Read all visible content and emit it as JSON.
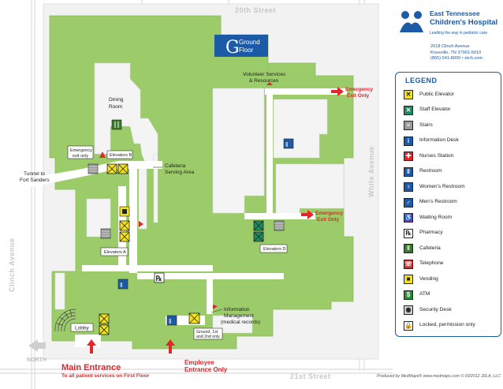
{
  "title": {
    "top": "Ground",
    "bottom": "Floor"
  },
  "streets": {
    "north": "20th Street",
    "south": "21st Street",
    "east": "White Avenue",
    "west": "Clinch Avenue"
  },
  "compass": {
    "label": "NORTH"
  },
  "labels": {
    "dining": "Dining",
    "dining2": "Room",
    "cafeteria1": "Cafeteria",
    "cafeteria2": "Serving Area",
    "volunteer1": "Volunteer Services",
    "volunteer2": "& Resources",
    "tunnel1": "Tunnel to",
    "tunnel2": "Fort Sanders",
    "emergency_only1": "Emergency",
    "emergency_only2": "exit only",
    "elev_b": "Elevators B",
    "elev_a": "Elevators A",
    "elev_d": "Elevators D",
    "info1": "Information",
    "info2": "Management",
    "info3": "(medical records)",
    "lobby": "Lobby",
    "ground1": "Ground, 1st",
    "ground2": "and 2nd only"
  },
  "exits": {
    "emergency1_l1": "Emergency",
    "emergency1_l2": "Exit Only",
    "emergency2_l1": "Emergency",
    "emergency2_l2": "Exit Only",
    "main1": "Main Entrance",
    "main2": "To all patient services on First Floor",
    "employee1": "Employee",
    "employee2": "Entrance Only"
  },
  "hospital": {
    "name1": "East Tennessee",
    "name2": "Children's Hospital",
    "tagline": "Leading the way in pediatric care",
    "address1": "2018 Clinch Avenue",
    "address2": "Knoxville, TN 37901-5010",
    "address3": "(865) 541-8000 • etch.com"
  },
  "legend": {
    "title": "LEGEND",
    "items": [
      {
        "label": "Public Elevator",
        "icon": "public-elevator-icon",
        "color": "#f2e21b"
      },
      {
        "label": "Staff Elevator",
        "icon": "staff-elevator-icon",
        "color": "#1f8a5f"
      },
      {
        "label": "Stairs",
        "icon": "stairs-icon",
        "color": "#9a9a9a"
      },
      {
        "label": "Information Desk",
        "icon": "information-desk-icon",
        "color": "#1b5aa6"
      },
      {
        "label": "Nurses Station",
        "icon": "nurses-station-icon",
        "color": "#e3262b"
      },
      {
        "label": "Restroom",
        "icon": "restroom-icon",
        "color": "#1b5aa6"
      },
      {
        "label": "Women's Restroom",
        "icon": "womens-restroom-icon",
        "color": "#1b5aa6"
      },
      {
        "label": "Men's Restroom",
        "icon": "mens-restroom-icon",
        "color": "#1b5aa6"
      },
      {
        "label": "Waiting Room",
        "icon": "waiting-room-icon",
        "color": "#7b3f9a"
      },
      {
        "label": "Pharmacy",
        "icon": "pharmacy-icon",
        "color": "#ffffff"
      },
      {
        "label": "Cafeteria",
        "icon": "cafeteria-icon",
        "color": "#3a7a2a"
      },
      {
        "label": "Telephone",
        "icon": "telephone-icon",
        "color": "#e3262b"
      },
      {
        "label": "Vending",
        "icon": "vending-icon",
        "color": "#f2e21b"
      },
      {
        "label": "ATM",
        "icon": "atm-icon",
        "color": "#2d8a3a"
      },
      {
        "label": "Security Desk",
        "icon": "security-desk-icon",
        "color": "#cfcfcf"
      },
      {
        "label": "Locked, permission only",
        "icon": "lock-icon",
        "color": "#ffffff"
      }
    ]
  },
  "credit": "Produced by MedMaps® www.medmaps.com © 03/2012 JDLA, LLC",
  "colors": {
    "floor": "#9ccc6a",
    "floor_edge": "#8bbd58",
    "street": "#d9d9d9",
    "accent": "#1b5aa6",
    "red": "#e3262b"
  }
}
